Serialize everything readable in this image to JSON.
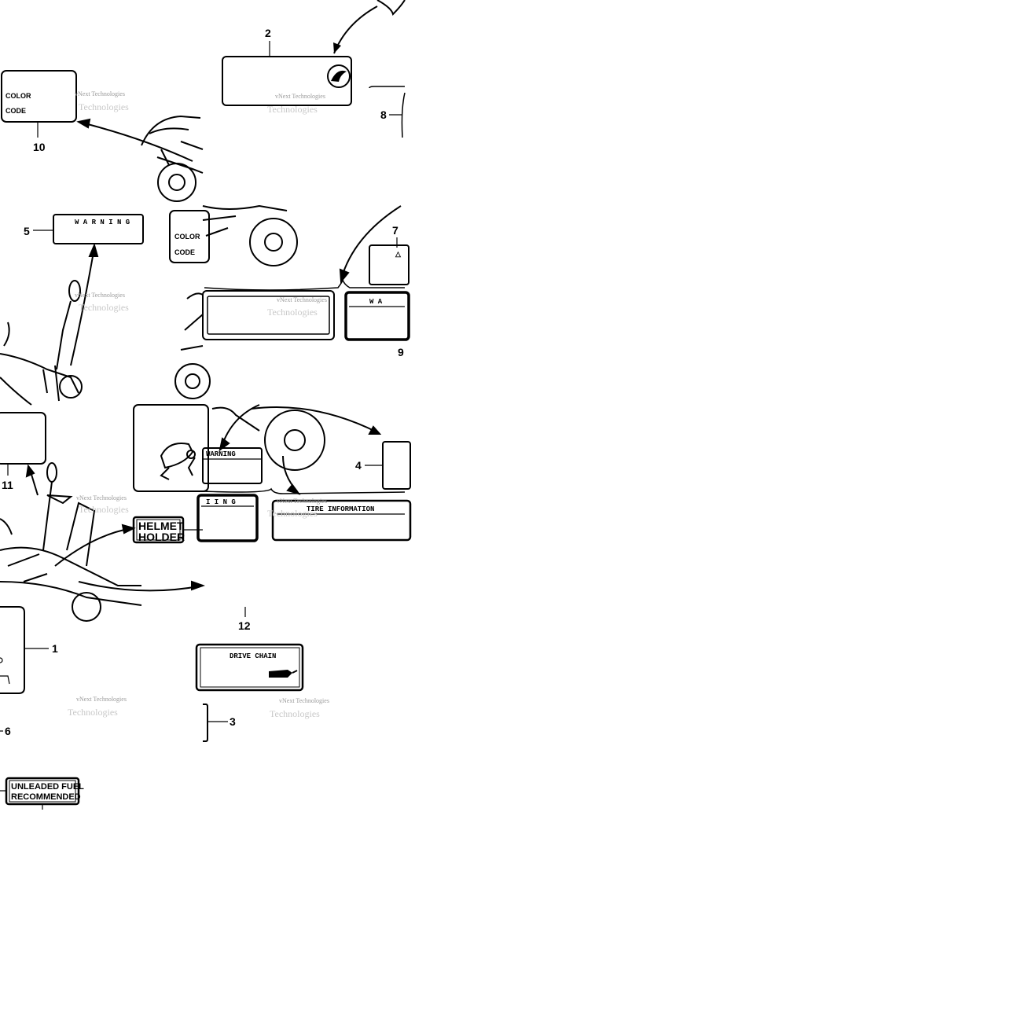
{
  "diagram": {
    "callouts": [
      "2",
      "8",
      "10",
      "5",
      "7",
      "9",
      "11",
      "4",
      "12",
      "1",
      "6",
      "3"
    ],
    "labels": {
      "color": "COLOR",
      "code": "CODE",
      "warning": "WARNING",
      "warning_spaced": "W A R N I N G",
      "warning_partial": "W A",
      "warning_frag": "I I N G",
      "tire_info": "TIRE INFORMATION",
      "drive_chain": "DRIVE CHAIN",
      "helmet_line1": "HELMET",
      "helmet_line2": "HOLDER",
      "fuel_line1": "UNLEADED FUEL",
      "fuel_line2": "RECOMMENDED"
    },
    "watermark": {
      "small": "vNext Technologies",
      "big": "Technologies"
    }
  }
}
